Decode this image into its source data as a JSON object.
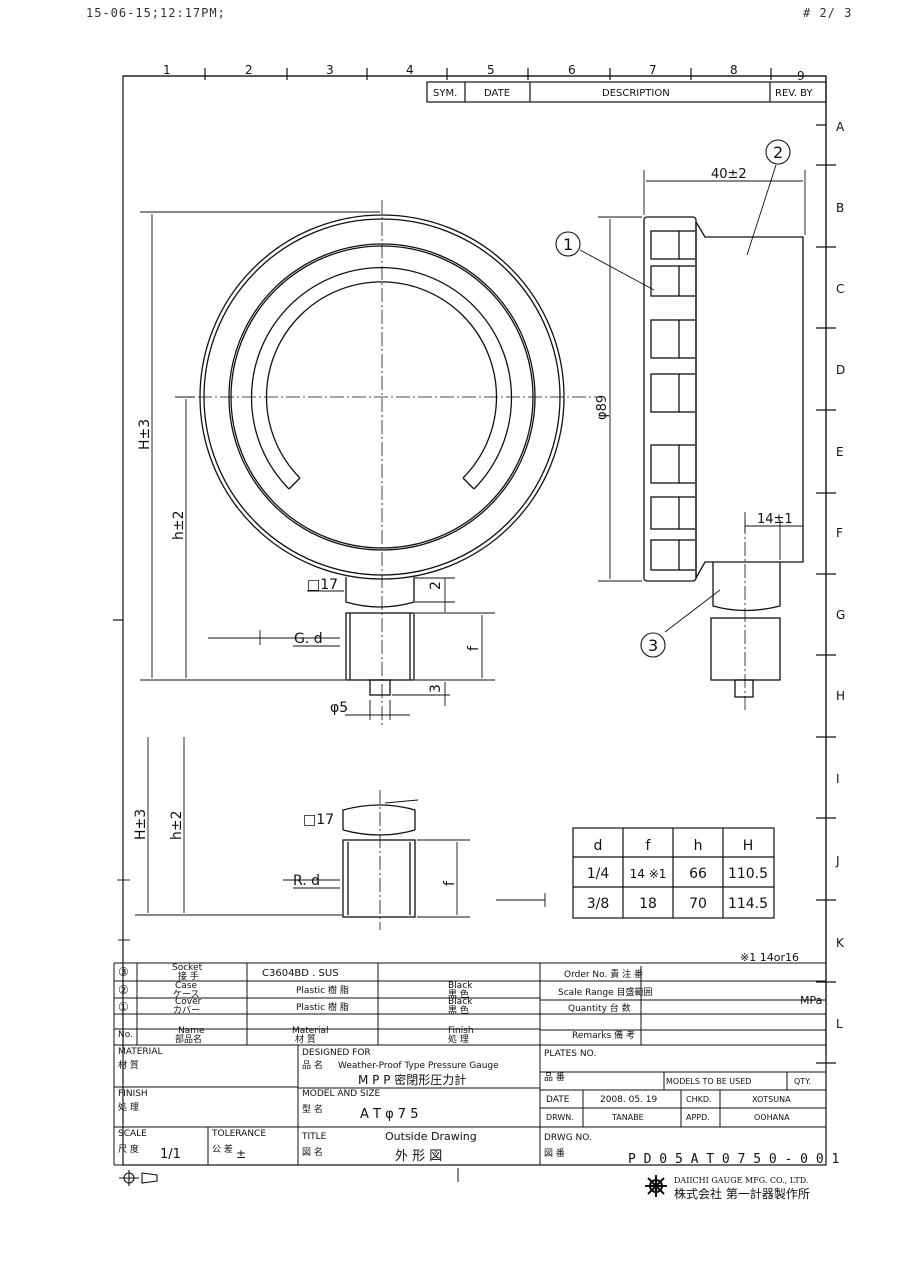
{
  "fax_header": {
    "left": "15-06-15;12:17PM;",
    "right": "# 2/ 3"
  },
  "grid": {
    "columns": [
      "1",
      "2",
      "3",
      "4",
      "5",
      "6",
      "7",
      "8",
      "9"
    ],
    "rows": [
      "A",
      "B",
      "C",
      "D",
      "E",
      "F",
      "G",
      "H",
      "I",
      "J",
      "K",
      "L"
    ]
  },
  "revision_header": {
    "sym": "SYM.",
    "date": "DATE",
    "description": "DESCRIPTION",
    "rev_by": "REV. BY"
  },
  "balloons": [
    "1",
    "2",
    "3"
  ],
  "dimensions": {
    "width_40": "40±2",
    "dia_89": "φ89",
    "H_tol": "H±3",
    "h_tol": "h±2",
    "sq17": "□17",
    "two": "2",
    "three": "3",
    "f": "f",
    "dia5": "φ5",
    "g_d": "G. d",
    "r_d": "R. d",
    "fourteen": "14±1",
    "sq17_b": "□17"
  },
  "size_table": {
    "headers": [
      "d",
      "f",
      "h",
      "H"
    ],
    "rows": [
      [
        "1/4",
        "14 ※1",
        "66",
        "110.5"
      ],
      [
        "3/8",
        "18",
        "70",
        "114.5"
      ]
    ],
    "footnote": "※1 14or16"
  },
  "parts": [
    {
      "no": "③",
      "name_en": "Socket",
      "name_jp": "接 手",
      "material": "C3604BD . SUS",
      "finish_en": "",
      "finish_jp": ""
    },
    {
      "no": "②",
      "name_en": "Case",
      "name_jp": "ケース",
      "material": "Plastic 樹 脂",
      "finish_en": "Black",
      "finish_jp": "黒 色"
    },
    {
      "no": "①",
      "name_en": "Cover",
      "name_jp": "カバー",
      "material": "Plastic 樹 脂",
      "finish_en": "Black",
      "finish_jp": "黒 色"
    }
  ],
  "parts_header": {
    "no": "No.",
    "name_en": "Name",
    "name_jp": "部品名",
    "material_en": "Material",
    "material_jp": "材 質",
    "finish_en": "Finish",
    "finish_jp": "処 理"
  },
  "order_block": {
    "order_no": "Order No. 責 注 番",
    "scale_range": "Scale Range 目盛範囲",
    "scale_unit": "MPa",
    "quantity": "Quantity 台 数",
    "remarks": "Remarks 備 考"
  },
  "title_block": {
    "material_label": "MATERIAL",
    "material_jp": "材 質",
    "finish_label": "FINISH",
    "finish_jp": "処 理",
    "scale_label": "SCALE",
    "scale_jp": "尺 度",
    "scale_value": "1/1",
    "tolerance_label": "TOLERANCE",
    "tolerance_jp": "公 差",
    "tolerance_value": "±",
    "designed_for_label": "DESIGNED FOR",
    "designed_for_jp": "品 名",
    "designed_for_en": "Weather-Proof Type Pressure Gauge",
    "designed_for_model": "M P P   密閉形圧力計",
    "model_label": "MODEL AND SIZE",
    "model_jp": "型 名",
    "model_value": "A T   φ 7 5",
    "title_label": "TITLE",
    "title_jp": "図 名",
    "title_en": "Outside Drawing",
    "title_value_jp": "外 形 図",
    "plates_label": "PLATES NO.",
    "plates_jp": "品 番",
    "models_used": "MODELS TO BE USED",
    "qty": "QTY.",
    "date_label": "DATE",
    "date_value": "2008. 05. 19",
    "chkd_label": "CHKD.",
    "chkd_value": "XOTSUNA",
    "drwn_label": "DRWN.",
    "drwn_value": "TANABE",
    "appd_label": "APPD.",
    "appd_value": "OOHANA",
    "drwg_label": "DRWG NO.",
    "drwg_jp": "図 番",
    "drwg_value": "P D 0 5 A T 0 7 5 0 - 0 0 1"
  },
  "company": {
    "en": "DAIICHI GAUGE MFG. CO., LTD.",
    "jp": "株式会社 第一計器製作所",
    "logo": "company-emblem"
  }
}
